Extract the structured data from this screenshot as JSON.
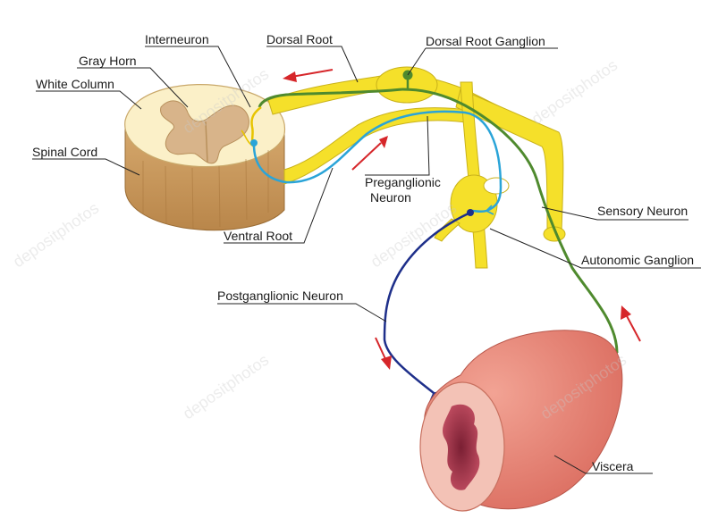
{
  "labels": {
    "interneuron": "Interneuron",
    "dorsal_root": "Dorsal Root",
    "dorsal_root_ganglion": "Dorsal Root Ganglion",
    "gray_horn": "Gray Horn",
    "white_column": "White Column",
    "spinal_cord": "Spinal Cord",
    "preganglionic_line1": "Preganglionic",
    "preganglionic_line2": "Neuron",
    "sensory_neuron": "Sensory Neuron",
    "ventral_root": "Ventral Root",
    "autonomic_ganglion": "Autonomic Ganglion",
    "postganglionic_neuron": "Postganglionic Neuron",
    "viscera": "Viscera"
  },
  "watermark": "depositphotos",
  "colors": {
    "nerve_yellow": "#f5e02a",
    "nerve_yellow_dark": "#c9b21a",
    "cord_white": "#fbf0c8",
    "gray_matter": "#d8b48a",
    "cord_side": "#c99a5c",
    "sensory_green": "#4f8a2e",
    "preganglionic_blue": "#2aa4d8",
    "postganglionic_navy": "#1e2f8a",
    "viscera_pink": "#e9877a",
    "viscera_lumen": "#a8364a",
    "arrow_red": "#d6262a",
    "leader": "#222222"
  }
}
